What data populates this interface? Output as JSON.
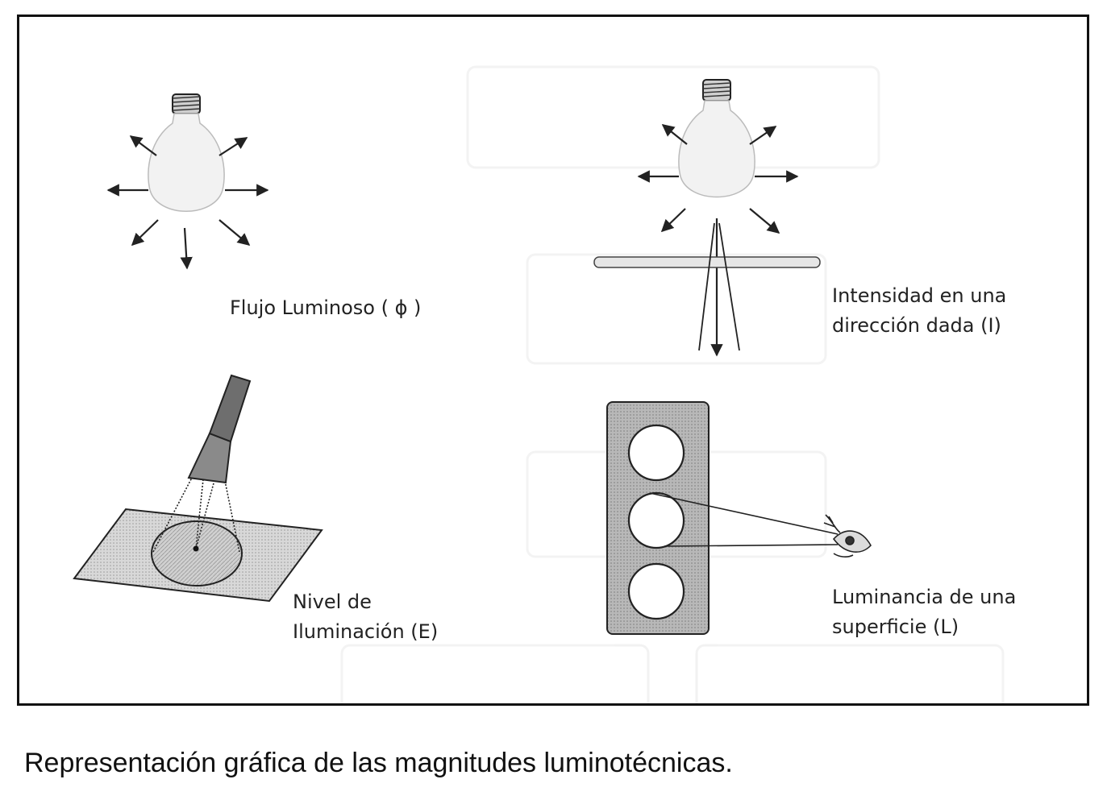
{
  "figure": {
    "flux_label": "Flujo Luminoso ( ϕ )",
    "intensity_label": [
      "Intensidad en una",
      "dirección dada (I)"
    ],
    "illuminance_label": [
      "Nivel de",
      "Iluminación (E)"
    ],
    "luminance_label": [
      "Luminancia de una",
      "superficie (L)"
    ]
  },
  "caption": "Representación gráfica de las magnitudes luminotécnicas.",
  "colors": {
    "frame": "#111111",
    "ink": "#222222",
    "bulb_fill": "#f2f2f2",
    "panel_fill": "#b8b8b8",
    "background": "#ffffff"
  }
}
